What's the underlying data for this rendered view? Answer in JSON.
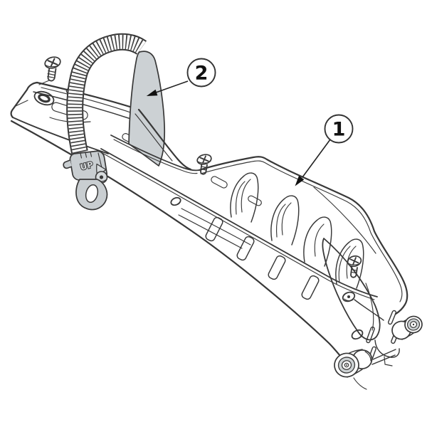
{
  "figure": {
    "type": "line-art parts diagram",
    "subject": "wheel tray with ratchet strap and buckle"
  },
  "callouts": [
    {
      "number": "1"
    },
    {
      "number": "2"
    }
  ],
  "buckle": {
    "label": "UP"
  },
  "colors": {
    "line": "#383838",
    "strap_fill": "#ccd1d4",
    "buckle_fill": "#c9ced1",
    "callout_text": "#111111",
    "background": "#ffffff"
  }
}
